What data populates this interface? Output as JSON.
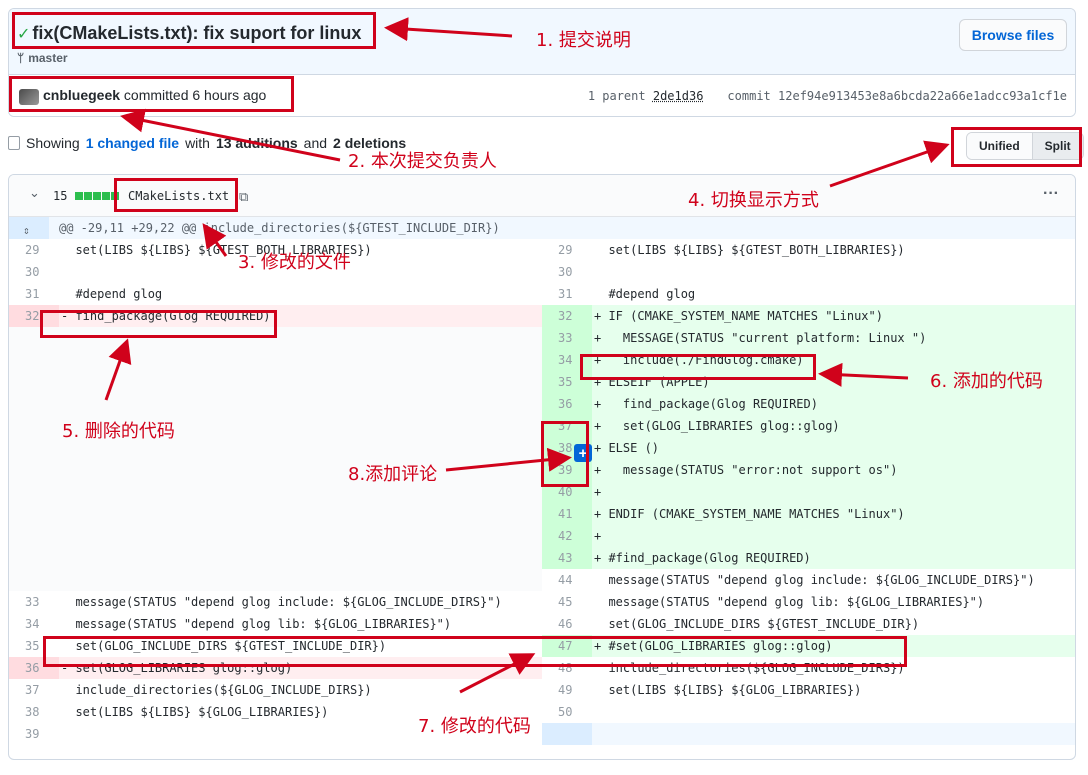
{
  "commit": {
    "title": "fix(CMakeLists.txt): fix suport for linux",
    "branch": "master",
    "browse_label": "Browse files",
    "author": "cnbluegeek",
    "committed_text": "committed 6 hours ago",
    "parent_label": "1 parent",
    "parent_sha": "2de1d36",
    "commit_label": "commit",
    "commit_sha": "12ef94e913453e8a6bcda22a66e1adcc93a1cf1e"
  },
  "summary": {
    "showing": "Showing",
    "changed": "1 changed file",
    "with": "with",
    "additions": "13 additions",
    "and": "and",
    "deletions": "2 deletions"
  },
  "view": {
    "unified": "Unified",
    "split": "Split"
  },
  "file": {
    "stat_count": "15",
    "name": "CMakeLists.txt",
    "hunk1": "@@ -29,11 +29,22 @@ include_directories(${GTEST_INCLUDE_DIR})"
  },
  "left_rows": [
    {
      "ln": "29",
      "type": "ctx",
      "code": "  set(LIBS ${LIBS} ${GTEST_BOTH_LIBRARIES})"
    },
    {
      "ln": "30",
      "type": "ctx",
      "code": ""
    },
    {
      "ln": "31",
      "type": "ctx",
      "code": "  #depend glog"
    },
    {
      "ln": "32",
      "type": "del",
      "code": "- find_package(Glog REQUIRED)"
    },
    {
      "ln": "",
      "type": "empty",
      "code": ""
    },
    {
      "ln": "",
      "type": "empty",
      "code": ""
    },
    {
      "ln": "",
      "type": "empty",
      "code": ""
    },
    {
      "ln": "",
      "type": "empty",
      "code": ""
    },
    {
      "ln": "",
      "type": "empty",
      "code": ""
    },
    {
      "ln": "",
      "type": "empty",
      "code": ""
    },
    {
      "ln": "",
      "type": "empty",
      "code": ""
    },
    {
      "ln": "",
      "type": "empty",
      "code": ""
    },
    {
      "ln": "",
      "type": "empty",
      "code": ""
    },
    {
      "ln": "",
      "type": "empty",
      "code": ""
    },
    {
      "ln": "",
      "type": "empty",
      "code": ""
    },
    {
      "ln": "",
      "type": "empty",
      "code": ""
    },
    {
      "ln": "33",
      "type": "ctx",
      "code": "  message(STATUS \"depend glog include: ${GLOG_INCLUDE_DIRS}\")"
    },
    {
      "ln": "34",
      "type": "ctx",
      "code": "  message(STATUS \"depend glog lib: ${GLOG_LIBRARIES}\")"
    },
    {
      "ln": "35",
      "type": "ctx",
      "code": "  set(GLOG_INCLUDE_DIRS ${GTEST_INCLUDE_DIR})"
    },
    {
      "ln": "36",
      "type": "del",
      "code": "- set(GLOG_LIBRARIES glog::glog)"
    },
    {
      "ln": "37",
      "type": "ctx",
      "code": "  include_directories(${GLOG_INCLUDE_DIRS})"
    },
    {
      "ln": "38",
      "type": "ctx",
      "code": "  set(LIBS ${LIBS} ${GLOG_LIBRARIES})"
    },
    {
      "ln": "39",
      "type": "ctx",
      "code": ""
    }
  ],
  "right_rows": [
    {
      "ln": "29",
      "type": "ctx",
      "code": "  set(LIBS ${LIBS} ${GTEST_BOTH_LIBRARIES})"
    },
    {
      "ln": "30",
      "type": "ctx",
      "code": ""
    },
    {
      "ln": "31",
      "type": "ctx",
      "code": "  #depend glog"
    },
    {
      "ln": "32",
      "type": "add",
      "code": "+ IF (CMAKE_SYSTEM_NAME MATCHES \"Linux\")"
    },
    {
      "ln": "33",
      "type": "add",
      "code": "+   MESSAGE(STATUS \"current platform: Linux \")"
    },
    {
      "ln": "34",
      "type": "add",
      "code": "+   include(./FindGlog.cmake)"
    },
    {
      "ln": "35",
      "type": "add",
      "code": "+ ELSEIF (APPLE)"
    },
    {
      "ln": "36",
      "type": "add",
      "code": "+   find_package(Glog REQUIRED)"
    },
    {
      "ln": "37",
      "type": "add",
      "code": "+   set(GLOG_LIBRARIES glog::glog)"
    },
    {
      "ln": "38",
      "type": "add",
      "code": "+ ELSE ()"
    },
    {
      "ln": "39",
      "type": "add",
      "code": "+   message(STATUS \"error:not support os\")"
    },
    {
      "ln": "40",
      "type": "add",
      "code": "+"
    },
    {
      "ln": "41",
      "type": "add",
      "code": "+ ENDIF (CMAKE_SYSTEM_NAME MATCHES \"Linux\")"
    },
    {
      "ln": "42",
      "type": "add",
      "code": "+"
    },
    {
      "ln": "43",
      "type": "add",
      "code": "+ #find_package(Glog REQUIRED)"
    },
    {
      "ln": "44",
      "type": "ctx",
      "code": "  message(STATUS \"depend glog include: ${GLOG_INCLUDE_DIRS}\")"
    },
    {
      "ln": "45",
      "type": "ctx",
      "code": "  message(STATUS \"depend glog lib: ${GLOG_LIBRARIES}\")"
    },
    {
      "ln": "46",
      "type": "ctx",
      "code": "  set(GLOG_INCLUDE_DIRS ${GTEST_INCLUDE_DIR})"
    },
    {
      "ln": "47",
      "type": "add",
      "code": "+ #set(GLOG_LIBRARIES glog::glog)"
    },
    {
      "ln": "48",
      "type": "ctx",
      "code": "  include_directories(${GLOG_INCLUDE_DIRS})"
    },
    {
      "ln": "49",
      "type": "ctx",
      "code": "  set(LIBS ${LIBS} ${GLOG_LIBRARIES})"
    },
    {
      "ln": "50",
      "type": "ctx",
      "code": ""
    },
    {
      "ln": "",
      "type": "hunk-end",
      "code": ""
    }
  ],
  "annotations": {
    "a1": "1. 提交说明",
    "a2": "2. 本次提交负责人",
    "a3": "3. 修改的文件",
    "a4": "4. 切换显示方式",
    "a5": "5. 删除的代码",
    "a6": "6. 添加的代码",
    "a7": "7. 修改的代码",
    "a8": "8.添加评论"
  },
  "colors": {
    "annotation": "#d0021b",
    "add_bg": "#e6ffed",
    "add_gutter": "#cdffd8",
    "del_bg": "#ffeef0",
    "del_gutter": "#ffdce0",
    "link": "#0366d6"
  }
}
